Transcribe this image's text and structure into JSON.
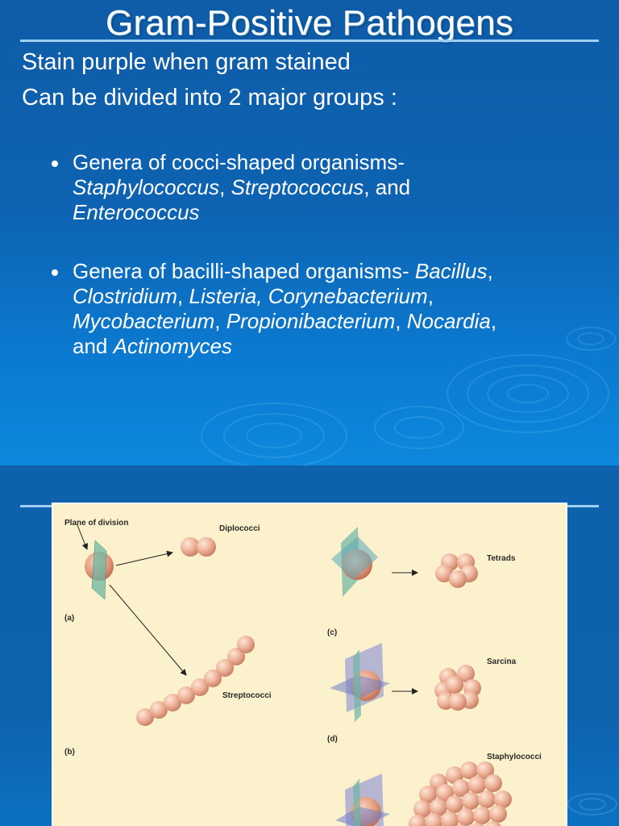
{
  "slide": {
    "title": "Gram-Positive Pathogens",
    "intro_lines": [
      "Stain purple when gram stained",
      "Can be divided into 2 major groups :"
    ],
    "bullet1": {
      "lead": "Genera of cocci-shaped organisms-",
      "g1": "Staphylococcus",
      "s1": ", ",
      "g2": "Streptococcus",
      "s2": ", and",
      "g3": "Enterococcus"
    },
    "bullet2": {
      "lead": "Genera of bacilli-shaped organisms- ",
      "g1": "Bacillus",
      "s1": ",",
      "g2": "Clostridium",
      "s2": ", ",
      "g3": "Listeria, Corynebacterium",
      "s3": ",",
      "g4": "Mycobacterium",
      "s4": ", ",
      "g5": "Propionibacterium",
      "s5": ", ",
      "g6": "Nocardia",
      "s6": ",",
      "and": "and ",
      "g7": "Actinomyces"
    }
  },
  "figure": {
    "plane_label": "Plane of division",
    "diplococci": "Diplococci",
    "streptococci": "Streptococci",
    "tetrads": "Tetrads",
    "sarcina": "Sarcina",
    "staphylococci": "Staphylococci",
    "panel_a": "(a)",
    "panel_b": "(b)",
    "panel_c": "(c)",
    "panel_d": "(d)"
  },
  "colors": {
    "background": "#0e5fa8",
    "title_rule": "#9fd0f2",
    "figure_bg": "#fbf1cc",
    "coccus": "#e6a98f"
  }
}
